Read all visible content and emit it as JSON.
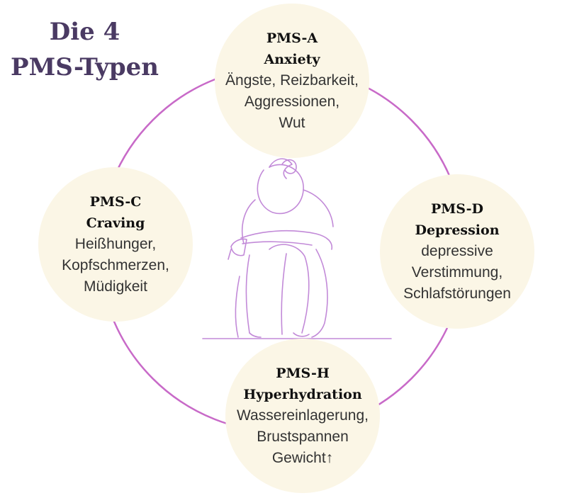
{
  "title": {
    "line1": "Die 4",
    "line2": "PMS-Typen"
  },
  "colors": {
    "ring": "#c86ac8",
    "figure": "#c28ad8",
    "node_fill": "#fbf6e6",
    "title": "#4a3a63"
  },
  "nodes": {
    "a": {
      "code": "PMS-A",
      "name": "Anxiety",
      "desc": [
        "Ängste, Reizbarkeit,",
        "Aggressionen,",
        "Wut"
      ]
    },
    "c": {
      "code": "PMS-C",
      "name": "Craving",
      "desc": [
        "Heißhunger,",
        "Kopfschmerzen,",
        "Müdigkeit"
      ]
    },
    "d": {
      "code": "PMS-D",
      "name": "Depression",
      "desc": [
        "depressive",
        "Verstimmung,",
        "Schlafstörungen"
      ]
    },
    "h": {
      "code": "PMS-H",
      "name": "Hyperhydration",
      "desc": [
        "Wassereinlagerung,",
        "Brustspannen",
        "Gewicht↑"
      ]
    }
  },
  "figure": {
    "icon": "sitting-woman-line-art-icon"
  }
}
